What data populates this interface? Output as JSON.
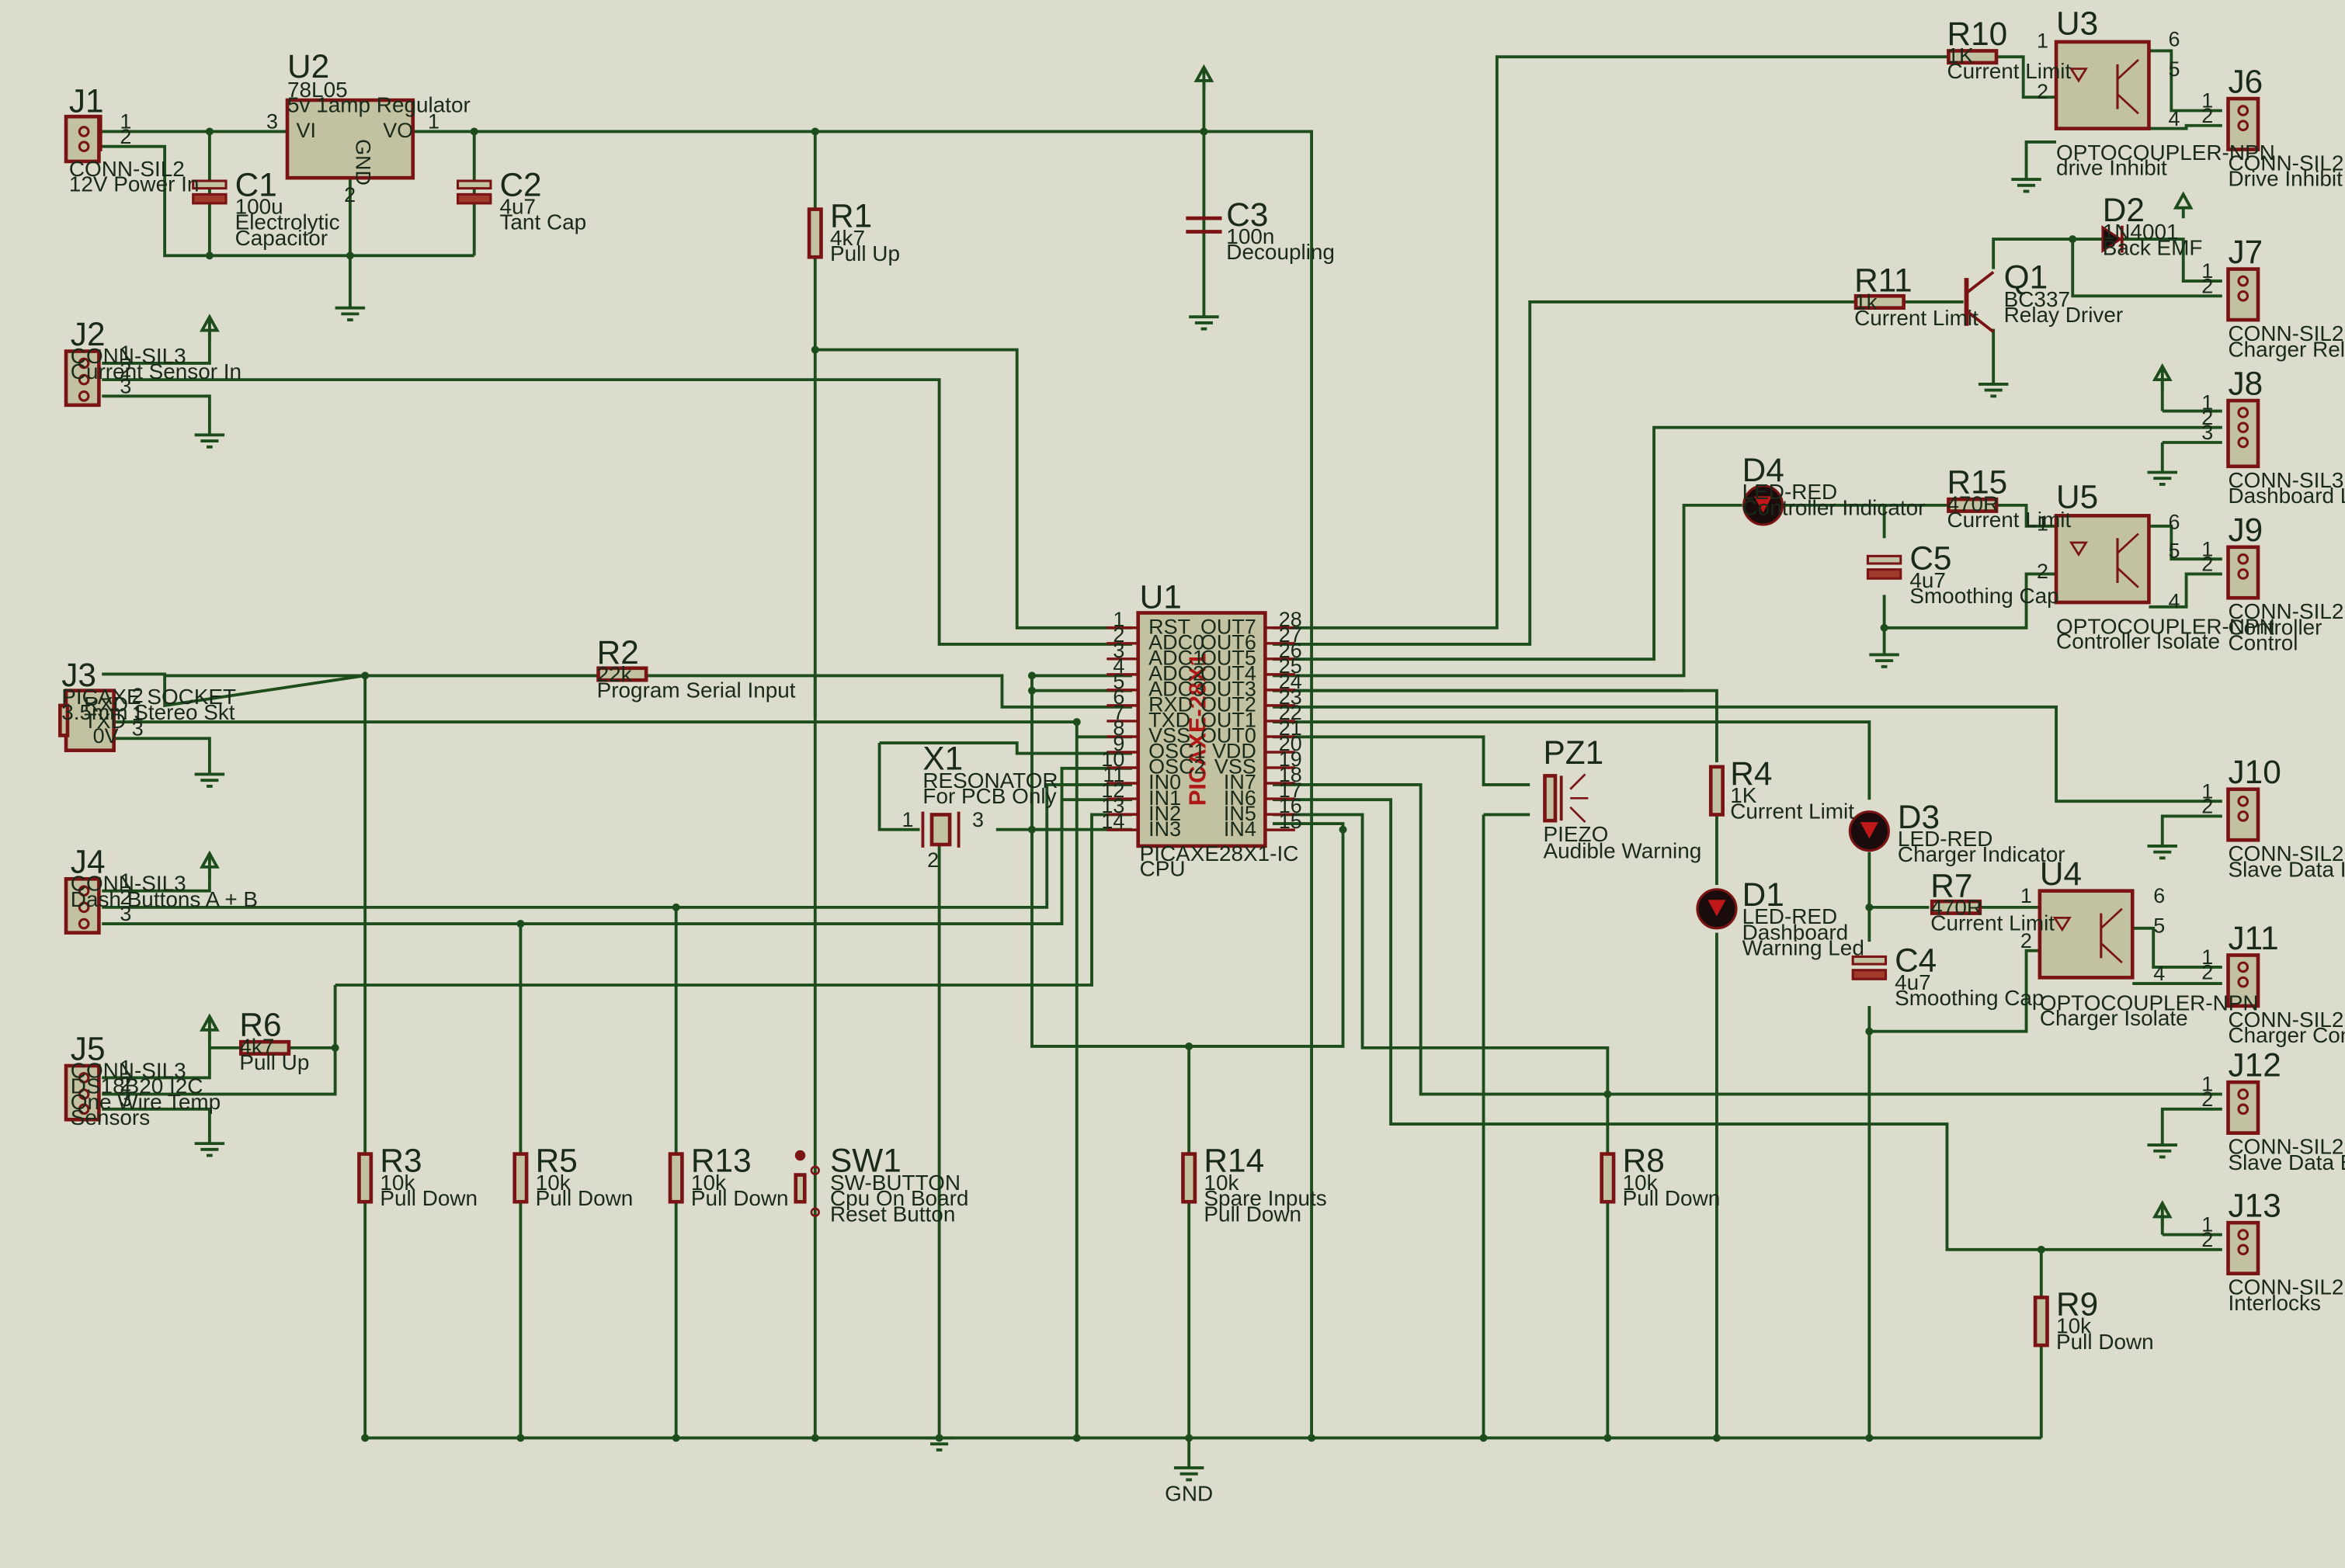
{
  "diagram": {
    "type": "circuit-schematic",
    "colors": {
      "background": "#dcdccc",
      "wire": "#1d4d1d",
      "component_outline": "#7a1414",
      "component_fill": "#c2c2a2",
      "text": "#1a2a1a"
    },
    "ground_label": "GND",
    "connectors": {
      "J1": {
        "ref": "J1",
        "lines": [
          "CONN-SIL2",
          "12V Power In"
        ]
      },
      "J2": {
        "ref": "J2",
        "lines": [
          "CONN-SIL3",
          "Current Sensor In"
        ]
      },
      "J3": {
        "ref": "J3",
        "lines": [
          "PICAXE SOCKET",
          "3.5mm Stereo Skt"
        ],
        "pins": [
          "RXD",
          "TXD",
          "0V"
        ]
      },
      "J4": {
        "ref": "J4",
        "lines": [
          "CONN-SIL3",
          "Dash Buttons A + B"
        ]
      },
      "J5": {
        "ref": "J5",
        "lines": [
          "CONN-SIL3",
          "DS18B20 I2C",
          "One Wire Temp",
          "Sensors"
        ]
      },
      "J6": {
        "ref": "J6",
        "lines": [
          "CONN-SIL2",
          "Drive Inhibit"
        ]
      },
      "J7": {
        "ref": "J7",
        "lines": [
          "CONN-SIL2",
          "Charger Relay"
        ]
      },
      "J8": {
        "ref": "J8",
        "lines": [
          "CONN-SIL3",
          "Dashboard Lcd"
        ]
      },
      "J9": {
        "ref": "J9",
        "lines": [
          "CONN-SIL2",
          "Controller",
          "Control"
        ]
      },
      "J10": {
        "ref": "J10",
        "lines": [
          "CONN-SIL2",
          "Slave Data Inititate"
        ]
      },
      "J11": {
        "ref": "J11",
        "lines": [
          "CONN-SIL2",
          "Charger Control"
        ]
      },
      "J12": {
        "ref": "J12",
        "lines": [
          "CONN-SIL2",
          "Slave Data Bus"
        ]
      },
      "J13": {
        "ref": "J13",
        "lines": [
          "CONN-SIL2",
          "Interlocks"
        ]
      }
    },
    "regulator": {
      "ref": "U2",
      "lines": [
        "78L05",
        "5v 1amp Regulator"
      ],
      "pins": [
        "VI",
        "VO",
        "GND"
      ]
    },
    "capacitors": {
      "C1": {
        "ref": "C1",
        "lines": [
          "100u",
          "Electrolytic",
          "Capacitor"
        ]
      },
      "C2": {
        "ref": "C2",
        "lines": [
          "4u7",
          "Tant Cap"
        ]
      },
      "C3": {
        "ref": "C3",
        "lines": [
          "100n",
          "Decoupling"
        ]
      },
      "C4": {
        "ref": "C4",
        "lines": [
          "4u7",
          "Smoothing Cap"
        ]
      },
      "C5": {
        "ref": "C5",
        "lines": [
          "4u7",
          "Smoothing Cap"
        ]
      }
    },
    "resistors": {
      "R1": {
        "ref": "R1",
        "lines": [
          "4k7",
          "Pull Up"
        ]
      },
      "R2": {
        "ref": "R2",
        "lines": [
          "22k",
          "Program Serial Input"
        ]
      },
      "R3": {
        "ref": "R3",
        "lines": [
          "10k",
          "Pull Down"
        ]
      },
      "R4": {
        "ref": "R4",
        "lines": [
          "1K",
          "Current Limit"
        ]
      },
      "R5": {
        "ref": "R5",
        "lines": [
          "10k",
          "Pull Down"
        ]
      },
      "R6": {
        "ref": "R6",
        "lines": [
          "4k7",
          "Pull Up"
        ]
      },
      "R7": {
        "ref": "R7",
        "lines": [
          "470R",
          "Current Limit"
        ]
      },
      "R8": {
        "ref": "R8",
        "lines": [
          "10k",
          "Pull Down"
        ]
      },
      "R9": {
        "ref": "R9",
        "lines": [
          "10k",
          "Pull Down"
        ]
      },
      "R10": {
        "ref": "R10",
        "lines": [
          "1K",
          "Current Limit"
        ]
      },
      "R11": {
        "ref": "R11",
        "lines": [
          "1k",
          "Current Limit"
        ]
      },
      "R13": {
        "ref": "R13",
        "lines": [
          "10k",
          "Pull Down"
        ]
      },
      "R14": {
        "ref": "R14",
        "lines": [
          "10k",
          "Spare Inputs",
          "Pull Down"
        ]
      },
      "R15": {
        "ref": "R15",
        "lines": [
          "470R",
          "Current Limit"
        ]
      }
    },
    "leds": {
      "D1": {
        "ref": "D1",
        "lines": [
          "LED-RED",
          "Dashboard",
          "Warning Led"
        ]
      },
      "D3": {
        "ref": "D3",
        "lines": [
          "LED-RED",
          "Charger Indicator"
        ]
      },
      "D4": {
        "ref": "D4",
        "lines": [
          "LED-RED",
          "Controller Indicator"
        ]
      }
    },
    "diode": {
      "ref": "D2",
      "lines": [
        "1N4001",
        "Back EMF"
      ]
    },
    "transistor": {
      "ref": "Q1",
      "lines": [
        "BC337",
        "Relay Driver"
      ]
    },
    "optocouplers": {
      "U3": {
        "ref": "U3",
        "lines": [
          "OPTOCOUPLER-NPN",
          "drive Inhibit"
        ]
      },
      "U4": {
        "ref": "U4",
        "lines": [
          "OPTOCOUPLER-NPN",
          "Charger Isolate"
        ]
      },
      "U5": {
        "ref": "U5",
        "lines": [
          "OPTOCOUPLER-NPN",
          "Controller Isolate"
        ]
      }
    },
    "resonator": {
      "ref": "X1",
      "lines": [
        "RESONATOR",
        "For PCB Only"
      ]
    },
    "switch": {
      "ref": "SW1",
      "lines": [
        "SW-BUTTON",
        "Cpu On Board",
        "Reset Button"
      ]
    },
    "piezo": {
      "ref": "PZ1",
      "lines": [
        "PIEZO",
        "Audible Warning"
      ]
    },
    "cpu": {
      "ref": "U1",
      "part": "PICAXE-28X1",
      "lines": [
        "PICAXE28X1-IC",
        "CPU"
      ],
      "left_pins": [
        "RST",
        "ADC0",
        "ADC1",
        "ADC2",
        "ADC3",
        "RXD",
        "TXD",
        "VSS",
        "OSC1",
        "OSC2",
        "IN0",
        "IN1",
        "IN2",
        "IN3"
      ],
      "left_nums": [
        "1",
        "2",
        "3",
        "4",
        "5",
        "6",
        "7",
        "8",
        "9",
        "10",
        "11",
        "12",
        "13",
        "14"
      ],
      "right_pins": [
        "OUT7",
        "OUT6",
        "OUT5",
        "OUT4",
        "OUT3",
        "OUT2",
        "OUT1",
        "OUT0",
        "VDD",
        "VSS",
        "IN7",
        "IN6",
        "IN5",
        "IN4"
      ],
      "right_nums": [
        "28",
        "27",
        "26",
        "25",
        "24",
        "23",
        "22",
        "21",
        "20",
        "19",
        "18",
        "17",
        "16",
        "15"
      ]
    }
  }
}
